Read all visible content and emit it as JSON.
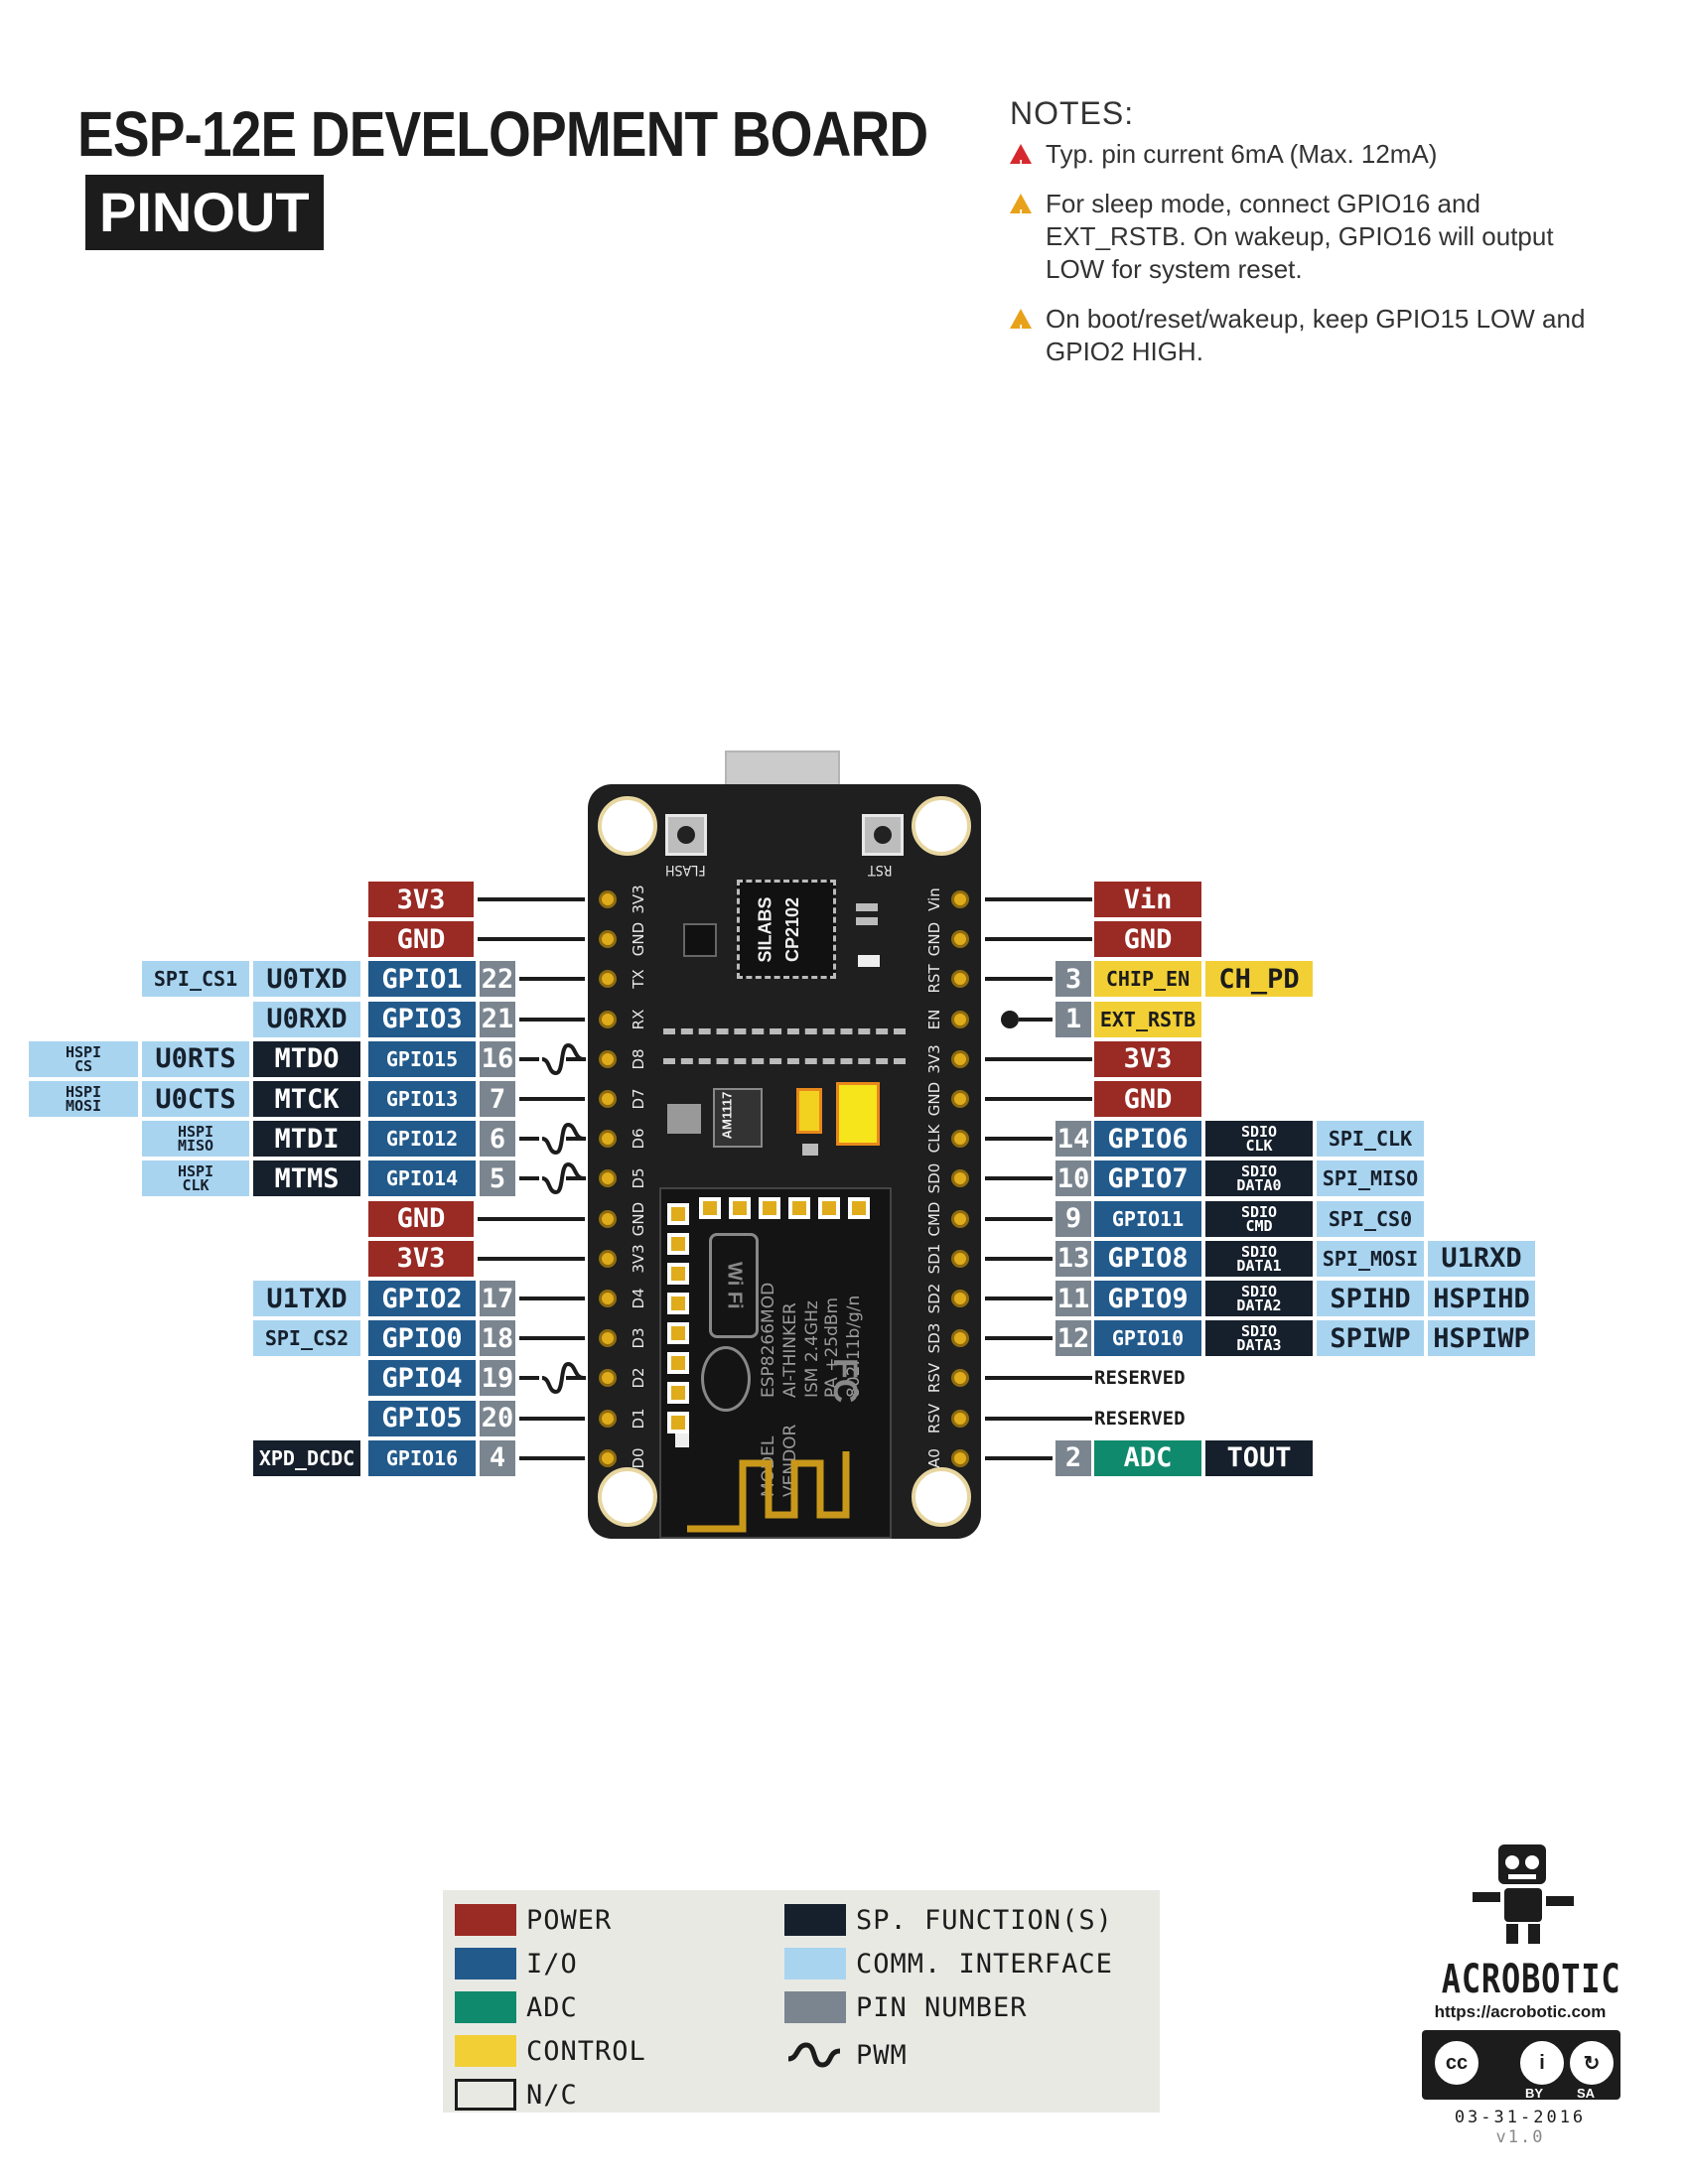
{
  "title": "ESP-12E DEVELOPMENT BOARD",
  "subtitle": "PINOUT",
  "notes": {
    "heading": "NOTES:",
    "items": [
      "Typ. pin current 6mA (Max. 12mA)",
      "For sleep mode, connect GPIO16 and EXT_RSTB. On wakeup, GPIO16 will output LOW for system reset.",
      "On boot/reset/wakeup, keep GPIO15 LOW and GPIO2 HIGH."
    ]
  },
  "colors": {
    "power": "#9a2a24",
    "io": "#225a8c",
    "adc": "#108a6c",
    "control": "#f2cf35",
    "sp_function": "#16202c",
    "comm_interface": "#a9d4f0",
    "pin_number": "#7a858f"
  },
  "board": {
    "button_left": "FLASH",
    "button_right": "RST",
    "usb_chip": [
      "SILABS",
      "CP2102"
    ],
    "regulator": "AM1117",
    "module_text": [
      "ESP8266MOD",
      "AI-THINKER",
      "ISM 2.4GHz",
      "PA +25dBm",
      "802.11b/g/n"
    ],
    "module_labels": [
      "MODEL",
      "VENDOR"
    ],
    "module_logos": [
      "Wi Fi",
      "FC"
    ],
    "left_silk": [
      "3V3",
      "GND",
      "TX",
      "RX",
      "D8",
      "D7",
      "D6",
      "D5",
      "GND",
      "3V3",
      "D4",
      "D3",
      "D2",
      "D1",
      "D0"
    ],
    "right_silk": [
      "Vin",
      "GND",
      "RST",
      "EN",
      "3V3",
      "GND",
      "CLK",
      "SD0",
      "CMD",
      "SD1",
      "SD2",
      "SD3",
      "RSV",
      "RSV",
      "A0"
    ]
  },
  "left_pins": [
    {
      "labels": [
        "3V3"
      ],
      "pwm": false
    },
    {
      "labels": [
        "GND"
      ],
      "pwm": false
    },
    {
      "labels": [
        "22",
        "GPIO1",
        "U0TXD",
        "SPI_CS1"
      ],
      "pwm": false
    },
    {
      "labels": [
        "21",
        "GPIO3",
        "U0RXD"
      ],
      "pwm": false
    },
    {
      "labels": [
        "16",
        "GPIO15",
        "MTDO",
        "U0RTS",
        "HSPI CS"
      ],
      "pwm": true
    },
    {
      "labels": [
        "7",
        "GPIO13",
        "MTCK",
        "U0CTS",
        "HSPI MOSI"
      ],
      "pwm": false
    },
    {
      "labels": [
        "6",
        "GPIO12",
        "MTDI",
        "HSPI MISO"
      ],
      "pwm": true
    },
    {
      "labels": [
        "5",
        "GPIO14",
        "MTMS",
        "HSPI CLK"
      ],
      "pwm": true
    },
    {
      "labels": [
        "GND"
      ],
      "pwm": false
    },
    {
      "labels": [
        "3V3"
      ],
      "pwm": false
    },
    {
      "labels": [
        "17",
        "GPIO2",
        "U1TXD"
      ],
      "pwm": false
    },
    {
      "labels": [
        "18",
        "GPIO0",
        "SPI_CS2"
      ],
      "pwm": false
    },
    {
      "labels": [
        "19",
        "GPIO4"
      ],
      "pwm": true
    },
    {
      "labels": [
        "20",
        "GPIO5"
      ],
      "pwm": false
    },
    {
      "labels": [
        "4",
        "GPIO16",
        "XPD_DCDC"
      ],
      "pwm": false
    }
  ],
  "right_pins": [
    {
      "labels": [
        "Vin"
      ]
    },
    {
      "labels": [
        "GND"
      ]
    },
    {
      "labels": [
        "3",
        "CHIP_EN",
        "CH_PD"
      ]
    },
    {
      "labels": [
        "1",
        "EXT_RSTB"
      ]
    },
    {
      "labels": [
        "3V3"
      ]
    },
    {
      "labels": [
        "GND"
      ]
    },
    {
      "labels": [
        "14",
        "GPIO6",
        "SDIO CLK",
        "SPI_CLK"
      ]
    },
    {
      "labels": [
        "10",
        "GPIO7",
        "SDIO DATA0",
        "SPI_MISO"
      ]
    },
    {
      "labels": [
        "9",
        "GPIO11",
        "SDIO CMD",
        "SPI_CS0"
      ]
    },
    {
      "labels": [
        "13",
        "GPIO8",
        "SDIO DATA1",
        "SPI_MOSI",
        "U1RXD"
      ]
    },
    {
      "labels": [
        "11",
        "GPIO9",
        "SDIO DATA2",
        "SPIHD",
        "HSPIHD"
      ]
    },
    {
      "labels": [
        "12",
        "GPIO10",
        "SDIO DATA3",
        "SPIWP",
        "HSPIWP"
      ]
    },
    {
      "labels": [
        "RESERVED"
      ]
    },
    {
      "labels": [
        "RESERVED"
      ]
    },
    {
      "labels": [
        "2",
        "ADC",
        "TOUT"
      ]
    }
  ],
  "legend": [
    {
      "label": "POWER",
      "color": "#9a2a24"
    },
    {
      "label": "I/O",
      "color": "#225a8c"
    },
    {
      "label": "ADC",
      "color": "#108a6c"
    },
    {
      "label": "CONTROL",
      "color": "#f2cf35"
    },
    {
      "label": "N/C",
      "color": "#e9e9e4"
    },
    {
      "label": "SP. FUNCTION(S)",
      "color": "#16202c"
    },
    {
      "label": "COMM. INTERFACE",
      "color": "#a9d4f0"
    },
    {
      "label": "PIN NUMBER",
      "color": "#7a858f"
    },
    {
      "label": "PWM",
      "color": "#1c1c1c"
    }
  ],
  "brand": {
    "name": "ACROBOTIC",
    "url": "https://acrobotic.com",
    "license": [
      "cc",
      "BY",
      "SA"
    ],
    "date": "03-31-2016",
    "version": "v1.0"
  }
}
